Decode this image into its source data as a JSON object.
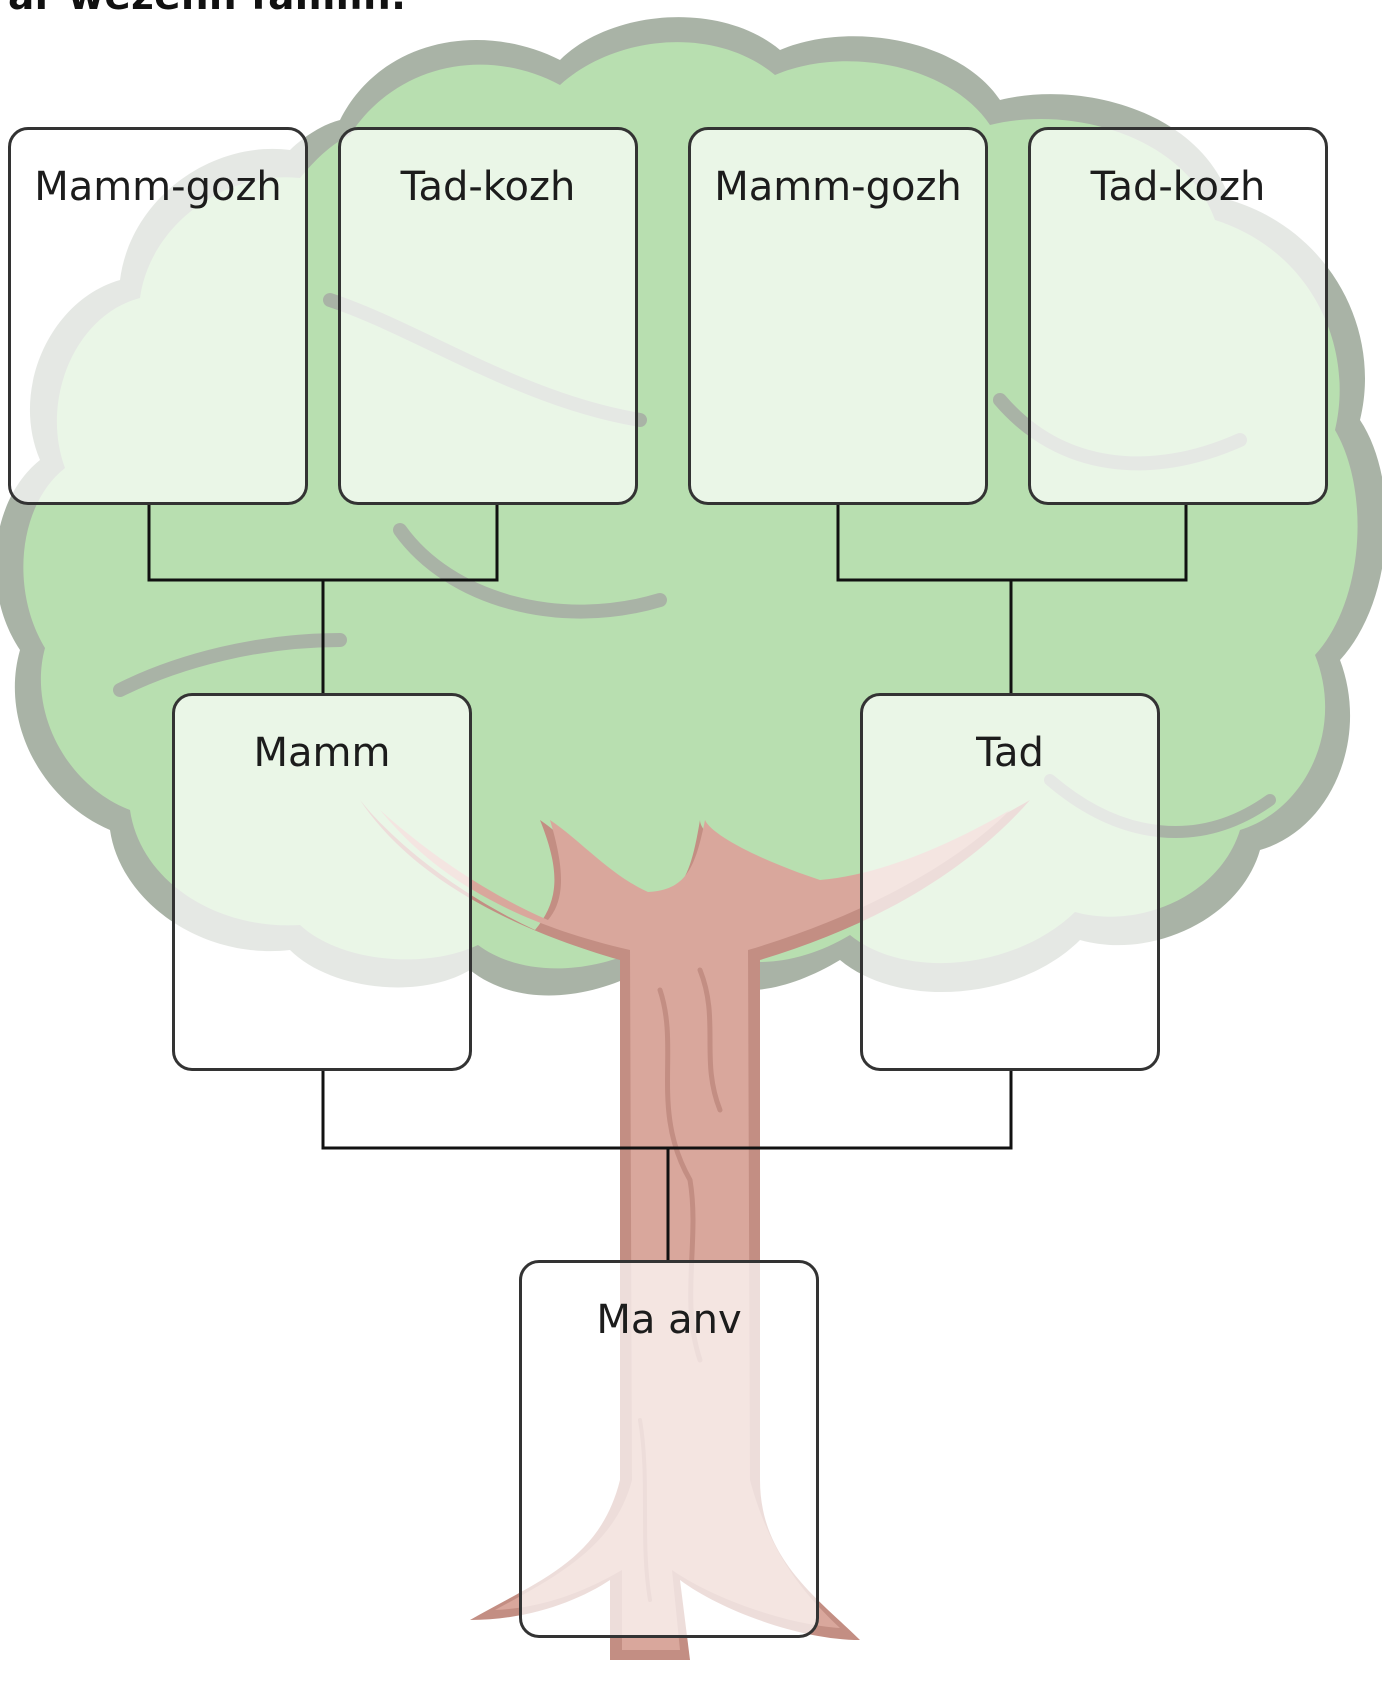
{
  "heading": "ar wezenn familh.",
  "colors": {
    "foliage": "#b8dfb0",
    "foliage_shadow": "#a9b3a6",
    "trunk": "#d9a79c",
    "trunk_shadow": "#c38e83",
    "box_border": "#333333",
    "connector": "#111111"
  },
  "generations": {
    "grandparents": {
      "left_grandmother": "Mamm-gozh",
      "left_grandfather": "Tad-kozh",
      "right_grandmother": "Mamm-gozh",
      "right_grandfather": "Tad-kozh"
    },
    "parents": {
      "mother": "Mamm",
      "father": "Tad"
    },
    "self": "Ma anv"
  }
}
